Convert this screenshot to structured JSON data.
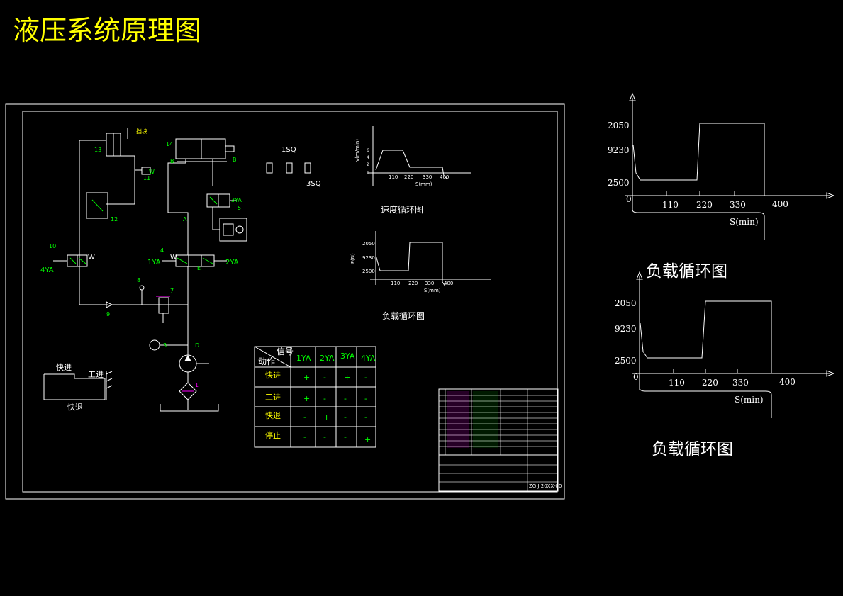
{
  "title": "液压系统原理图",
  "schematic": {
    "labels": {
      "n13": "13",
      "n14": "14",
      "n10": "10",
      "n4": "4",
      "n8": "8",
      "n7": "7",
      "n9": "9",
      "n3": "3",
      "n12": "12",
      "n11": "11",
      "n5": "5",
      "n1": "1",
      "a": "A",
      "b": "B",
      "b2": "B",
      "d": "D",
      "e": "E",
      "ya1": "1YA",
      "ya2": "2YA",
      "ya3": "3YA",
      "ya4": "4YA",
      "w1": "W",
      "w2": "W",
      "w3": "W",
      "stop": "挡块",
      "sq1": "1SQ",
      "sq3": "3SQ"
    }
  },
  "motion": {
    "fast_forward": "快进",
    "work_feed": "工进",
    "fast_return": "快退"
  },
  "speed_chart": {
    "title": "速度循环图",
    "ylabel": "v(m/min)",
    "xlabel": "S(mm)",
    "xticks": [
      "110",
      "220",
      "330",
      "400"
    ],
    "yticks": [
      "6",
      "4",
      "2",
      "0"
    ]
  },
  "load_chart_small": {
    "title": "负载循环图",
    "ylabel": "F(N)",
    "xlabel": "S(mm)",
    "xticks": [
      "110",
      "220",
      "330",
      "400"
    ],
    "yticks": [
      "2050",
      "9230",
      "2500"
    ]
  },
  "signal_table": {
    "header_signal": "信号",
    "header_action": "动作",
    "columns": [
      "1YA",
      "2YA",
      "3YA",
      "4YA"
    ],
    "rows": [
      {
        "label": "快进",
        "values": [
          "+",
          "-",
          "+",
          "-"
        ]
      },
      {
        "label": "工进",
        "values": [
          "+",
          "-",
          "-",
          "-"
        ]
      },
      {
        "label": "快退",
        "values": [
          "-",
          "+",
          "-",
          "-"
        ]
      },
      {
        "label": "停止",
        "values": [
          "-",
          "-",
          "-",
          "+"
        ]
      }
    ]
  },
  "title_block": {
    "drawing_no": "ZG J 20XX-00"
  },
  "chart_data": [
    {
      "type": "line",
      "title": "负载循环图",
      "xlabel": "S(min)",
      "ylabel": "",
      "x_ticks": [
        "0",
        "110",
        "220",
        "330",
        "400"
      ],
      "y_ticks": [
        "2050",
        "9230",
        "2500"
      ],
      "series": [
        {
          "x": [
            0,
            0,
            5,
            220,
            220,
            400,
            400
          ],
          "y": [
            9230,
            9230,
            2500,
            2500,
            2050,
            2050,
            0
          ]
        }
      ]
    },
    {
      "type": "line",
      "title": "负载循环图",
      "xlabel": "S(min)",
      "ylabel": "",
      "x_ticks": [
        "0",
        "110",
        "220",
        "330",
        "400"
      ],
      "y_ticks": [
        "2050",
        "9230",
        "2500"
      ],
      "series": [
        {
          "x": [
            0,
            0,
            5,
            220,
            220,
            400,
            400
          ],
          "y": [
            9230,
            9230,
            2500,
            2500,
            2050,
            2050,
            0
          ]
        }
      ]
    }
  ]
}
